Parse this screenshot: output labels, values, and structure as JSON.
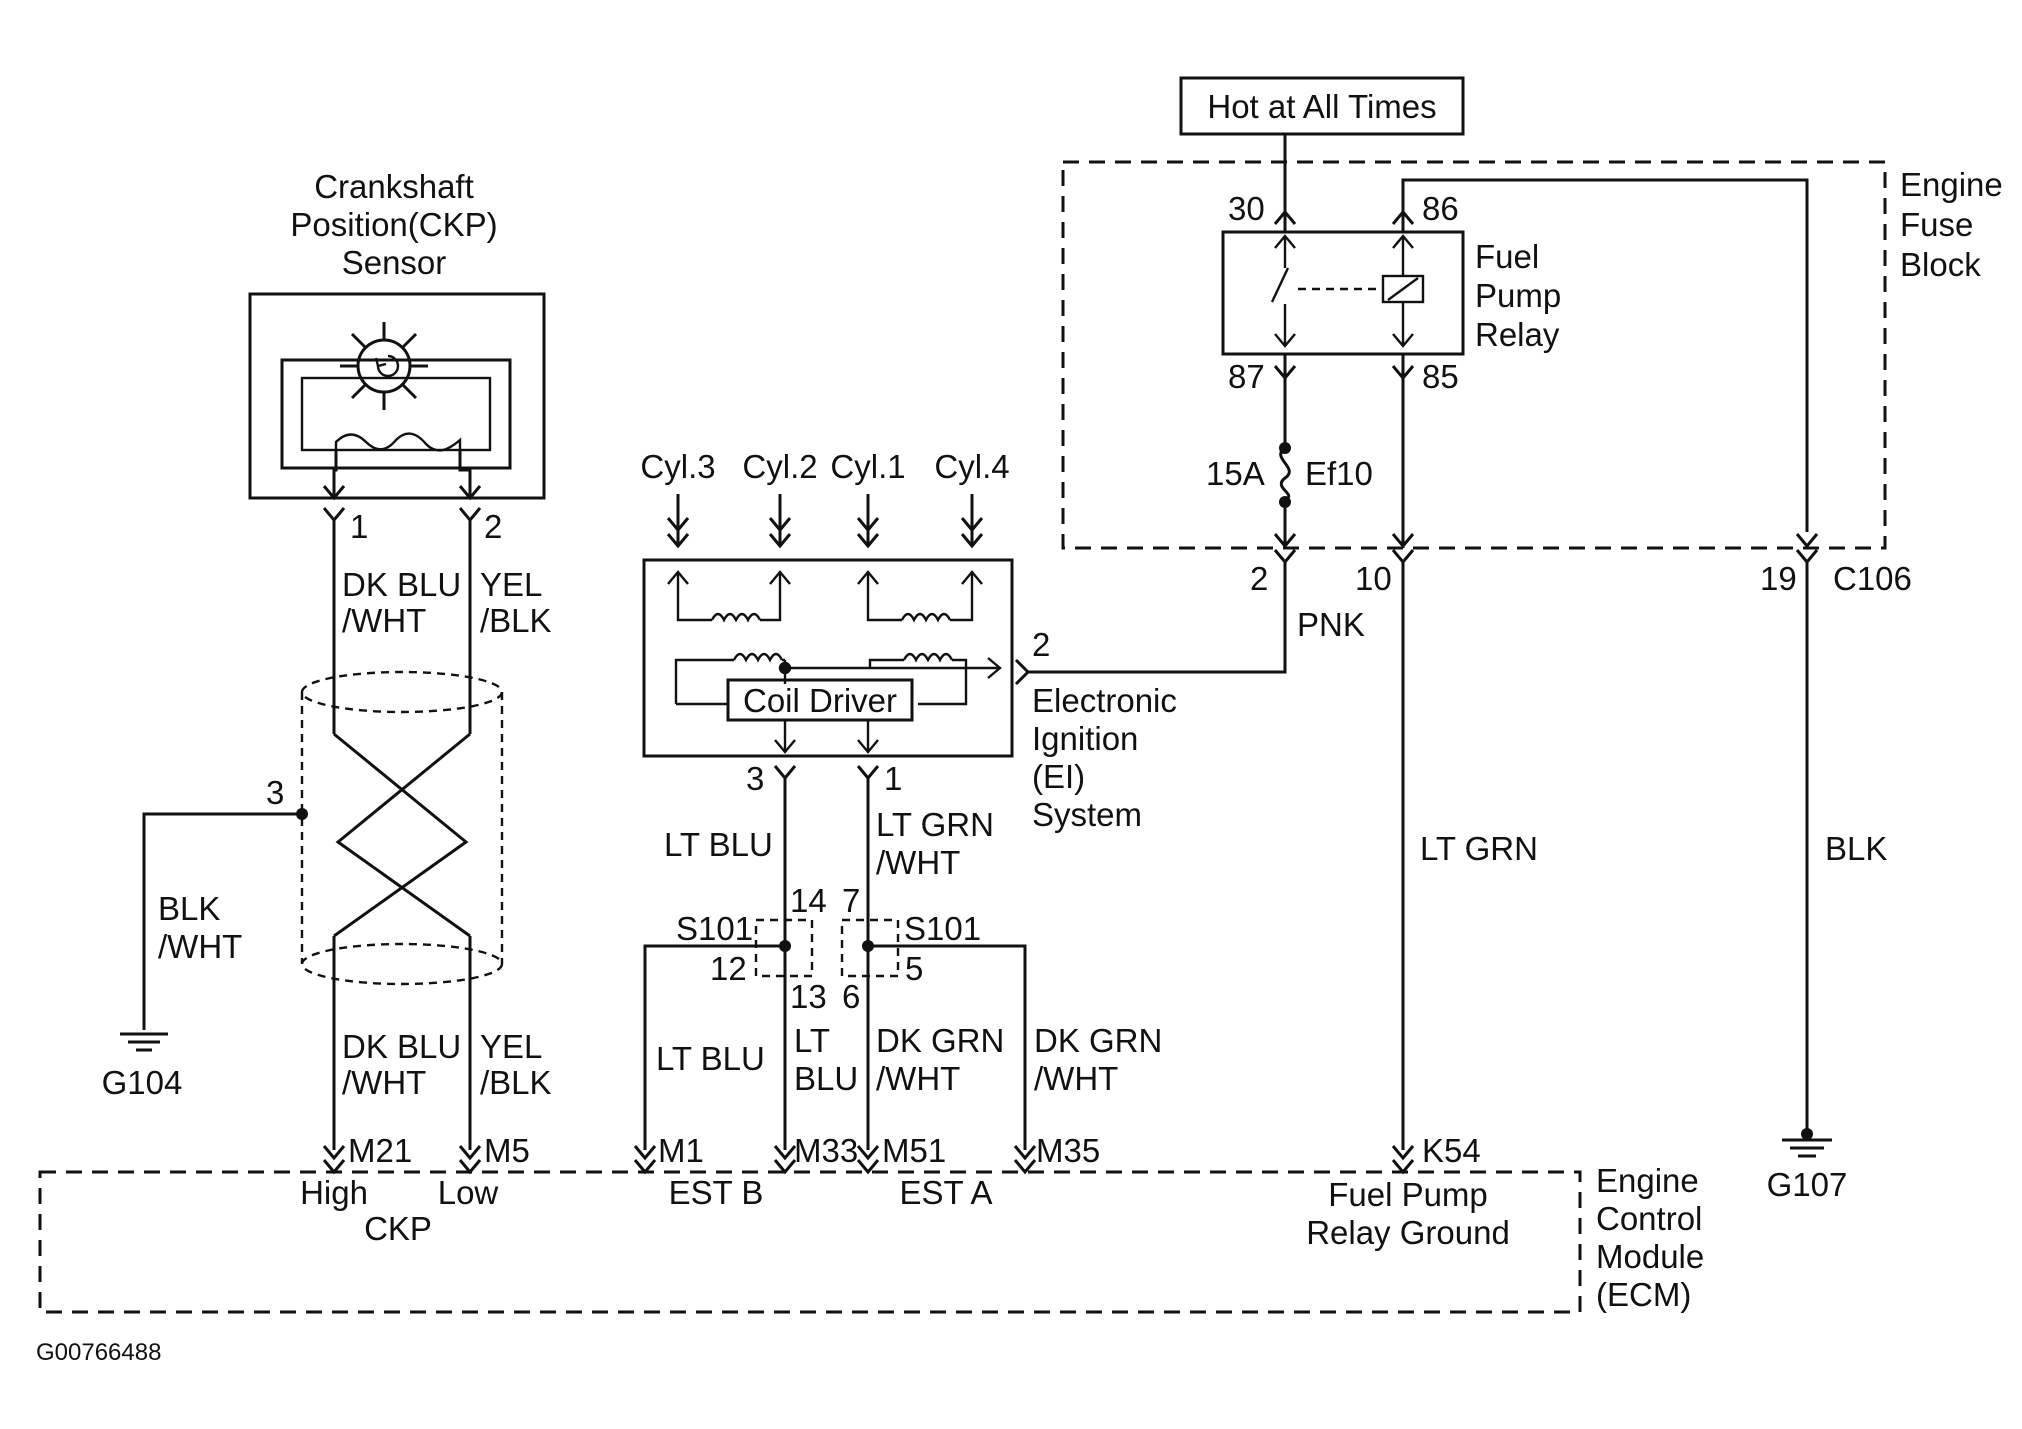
{
  "diagram": {
    "figure_id": "G00766488",
    "hot_at_all_times": "Hot at All Times",
    "engine_fuse_block": [
      "Engine",
      "Fuse",
      "Block"
    ],
    "fuel_pump_relay": [
      "Fuel",
      "Pump",
      "Relay"
    ],
    "relay_pins": {
      "p30": "30",
      "p86": "86",
      "p87": "87",
      "p85": "85"
    },
    "fuse": {
      "rating": "15A",
      "name": "Ef10"
    },
    "c106": {
      "name": "C106",
      "pin2": "2",
      "pin10": "10",
      "pin19": "19"
    },
    "ckp_sensor": {
      "title": [
        "Crankshaft",
        "Position(CKP)",
        "Sensor"
      ],
      "pin1": "1",
      "pin2": "2",
      "shield_pin": "3"
    },
    "ei_system": {
      "title": [
        "Electronic",
        "Ignition",
        "(EI)",
        "System"
      ],
      "cylinders": [
        "Cyl.3",
        "Cyl.2",
        "Cyl.1",
        "Cyl.4"
      ],
      "coil_driver": "Coil Driver",
      "pin2": "2",
      "pin3": "3",
      "pin1": "1"
    },
    "wires": {
      "dk_blu_wht": [
        "DK BLU",
        "/WHT"
      ],
      "yel_blk": [
        "YEL",
        "/BLK"
      ],
      "blk_wht": [
        "BLK",
        "/WHT"
      ],
      "pnk": "PNK",
      "lt_blu": "LT BLU",
      "lt_grn_wht": [
        "LT GRN",
        "/WHT"
      ],
      "lt_grn": "LT GRN",
      "blk": "BLK",
      "lt_blu_split": [
        "LT",
        "BLU"
      ],
      "dk_grn_wht": [
        "DK GRN",
        "/WHT"
      ]
    },
    "splice": {
      "name": "S101",
      "pin14": "14",
      "pin12": "12",
      "pin13": "13",
      "pin7": "7",
      "pin5": "5",
      "pin6": "6"
    },
    "grounds": {
      "g104": "G104",
      "g107": "G107"
    },
    "ecm": {
      "title": [
        "Engine",
        "Control",
        "Module",
        "(ECM)"
      ],
      "pins": {
        "m21": "M21",
        "m5": "M5",
        "m1": "M1",
        "m33": "M33",
        "m51": "M51",
        "m35": "M35",
        "k54": "K54"
      },
      "high": "High",
      "low": "Low",
      "ckp": "CKP",
      "est_b": "EST B",
      "est_a": "EST A",
      "fuel_pump_relay_ground": [
        "Fuel Pump",
        "Relay Ground"
      ]
    }
  }
}
